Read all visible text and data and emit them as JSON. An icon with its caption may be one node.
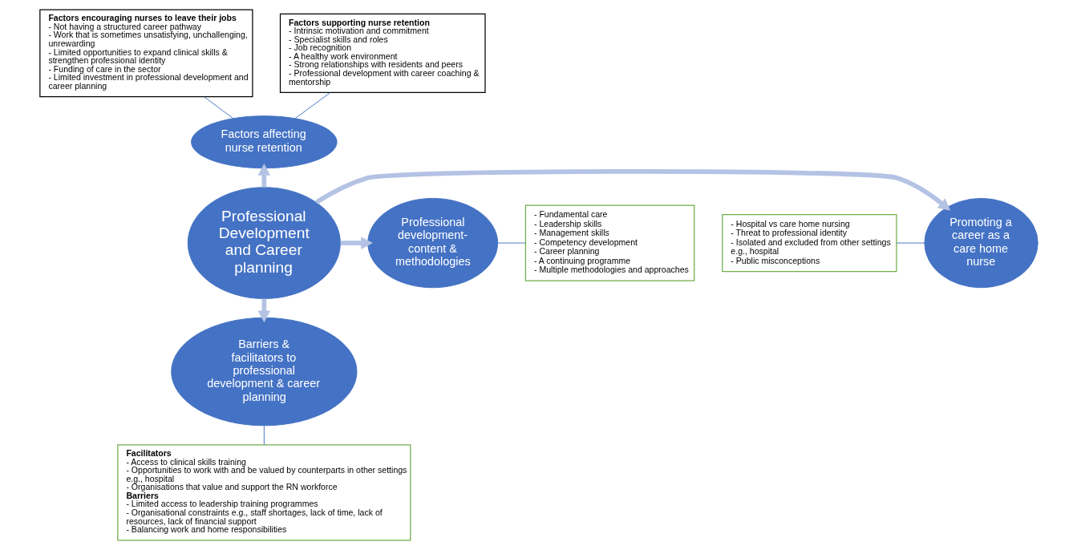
{
  "diagram": {
    "nodes": [
      {
        "text": [
          "Professional Development and Career planning"
        ]
      },
      {
        "text": [
          "Factors affecting nurse retention"
        ]
      },
      {
        "text": [
          "Professional development- content & methodologies"
        ]
      },
      {
        "text": [
          "Barriers & facilitators to professional development & career planning"
        ]
      },
      {
        "text": [
          "Promoting a career as a care home nurse"
        ]
      },
      {
        "text": [
          "Factors encouraging nurses to leave their jobs",
          "- Not having a structured career pathway",
          "- Work that is sometimes unsatisfying, unchallenging, unrewarding",
          "- Limited opportunities to expand clinical skills & strengthen professional identity",
          "- Funding of care in the sector",
          "- Limited investment in professional development and career planning"
        ]
      },
      {
        "text": [
          "Factors supporting nurse retention",
          "- Intrinsic motivation and commitment",
          "- Specialist skills and roles",
          "- Job recognition",
          "- A healthy work environment",
          "- Strong relationships with residents and peers",
          "- Professional development with career coaching & mentorship"
        ]
      },
      {
        "text": [
          "- Fundamental care",
          "- Leadership skills",
          "- Management skills",
          "- Competency development",
          "- Career planning",
          "- A continuing programme",
          "- Multiple methodologies and approaches"
        ]
      },
      {
        "text": [
          "Facilitators",
          "- Access to clinical skills training",
          "- Opportunities to work with and be valued by counterparts in other settings e.g., hospital",
          "- Organisations that value and support the RN workforce",
          "Barriers",
          "- Limited access to leadership training programmes",
          "- Organisational constraints e.g., staff shortages, lack of time, lack of resources, lack of financial support",
          "- Balancing work and home responsibilities"
        ]
      },
      {
        "text": [
          "- Hospital vs care home nursing",
          "- Threat to professional identity",
          "- Isolated and excluded from other settings e.g., hospital",
          "- Public misconceptions"
        ]
      }
    ],
    "edges": [
      {
        "from": 0,
        "to": 1,
        "arrow": "to",
        "style": "thick",
        "color": "#b4c2e4"
      },
      {
        "from": 0,
        "to": 2,
        "arrow": "to",
        "style": "thick",
        "color": "#b4c2e4"
      },
      {
        "from": 0,
        "to": 3,
        "arrow": "to",
        "style": "thick",
        "color": "#b4c2e4"
      },
      {
        "from": 0,
        "to": 4,
        "arrow": "to",
        "style": "thick",
        "color": "#b4c2e4"
      },
      {
        "from": 1,
        "to": 5,
        "arrow": "none"
      },
      {
        "from": 1,
        "to": 6,
        "arrow": "none"
      },
      {
        "from": 2,
        "to": 7,
        "arrow": "none"
      },
      {
        "from": 3,
        "to": 8,
        "arrow": "none"
      },
      {
        "from": 4,
        "to": 9,
        "arrow": "none"
      }
    ]
  }
}
